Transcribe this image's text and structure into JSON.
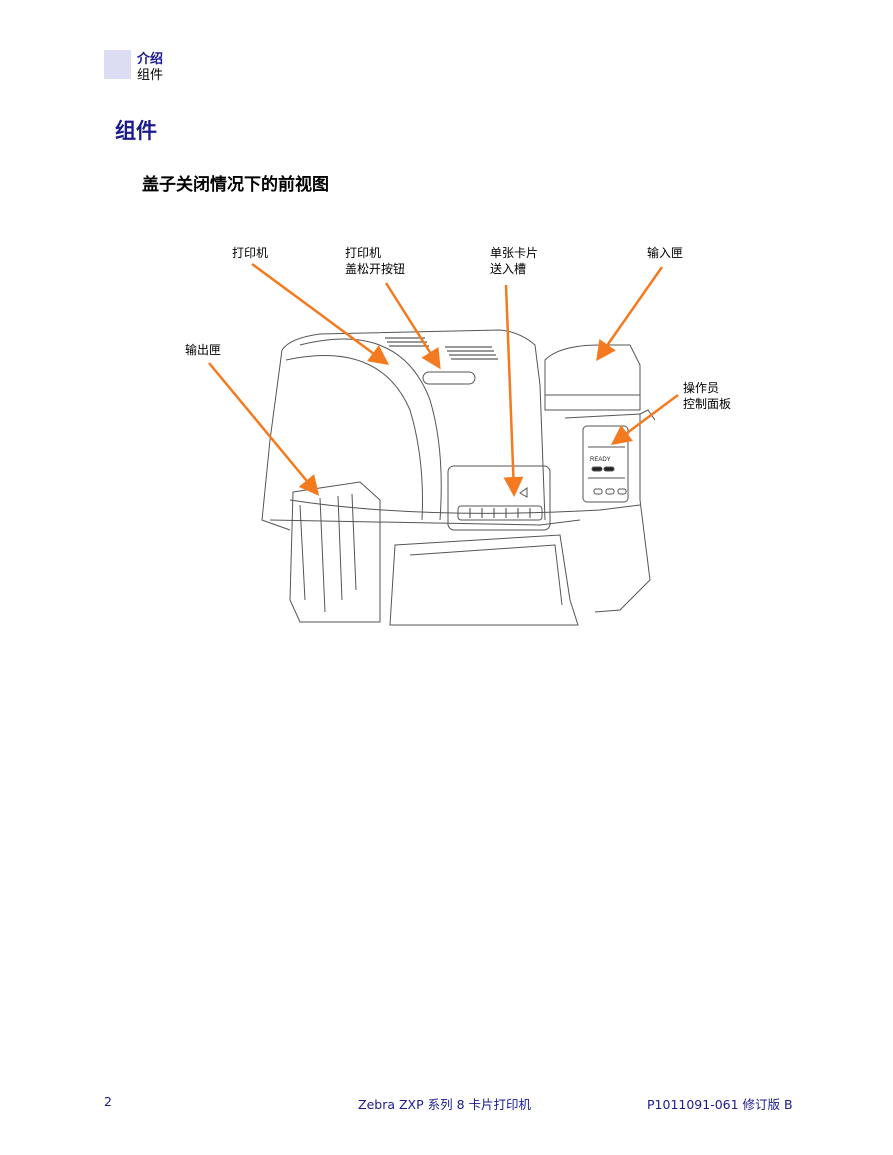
{
  "header": {
    "chapter": "介绍",
    "section": "组件"
  },
  "section_title": "组件",
  "subsection_title": "盖子关闭情况下的前视图",
  "callouts": {
    "printer": "打印机",
    "release_l1": "打印机",
    "release_l2": "盖松开按钮",
    "feed_l1": "单张卡片",
    "feed_l2": "送入槽",
    "input_hopper": "输入匣",
    "output_hopper": "输出匣",
    "panel_l1": "操作员",
    "panel_l2": "控制面板"
  },
  "panel_text": "READY",
  "colors": {
    "arrow": "#f47a1f",
    "accent": "#1b1b8f",
    "header_box": "#dcdcf3"
  },
  "footer": {
    "page": "2",
    "product": "Zebra ZXP 系列 8 卡片打印机",
    "docid": "P1011091-061 修订版 B"
  }
}
